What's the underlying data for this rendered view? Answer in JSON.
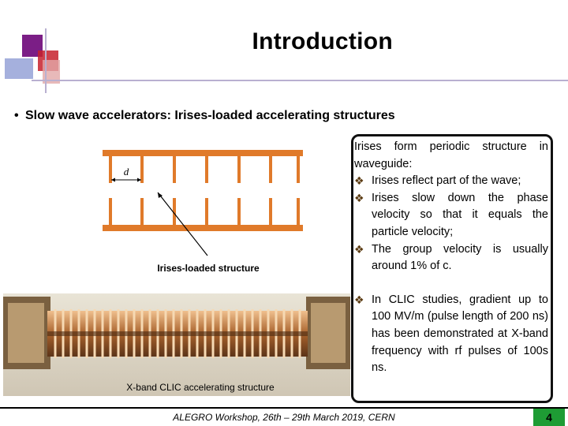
{
  "slide": {
    "title": "Introduction",
    "bullet": "Slow wave accelerators: Irises-loaded accelerating structures",
    "diagram": {
      "label_d": "d",
      "caption": "Irises-loaded structure"
    },
    "photo_caption": "X-band CLIC accelerating structure",
    "textbox": {
      "intro": "Irises form periodic structure in waveguide:",
      "items": [
        "Irises reflect part of the wave;",
        "Irises slow down the phase velocity so that it equals the particle velocity;",
        "The group velocity is usually around 1% of c."
      ],
      "item2": "In CLIC studies, gradient up to 100 MV/m (pulse length of 200 ns) has been demonstrated at X-band frequency with rf pulses of 100s ns."
    },
    "footer": "ALEGRO Workshop, 26th – 29th March 2019, CERN",
    "page_number": "4"
  },
  "colors": {
    "copper": "#e07a2a",
    "accent_green": "#1e9c34",
    "deco_purple": "#7b1e86",
    "deco_red": "#c7212d",
    "deco_blue": "#7f8fcf"
  },
  "icons": {
    "bullet": "bullet-dot-icon",
    "list_marker": "diamond-bullet-icon"
  }
}
